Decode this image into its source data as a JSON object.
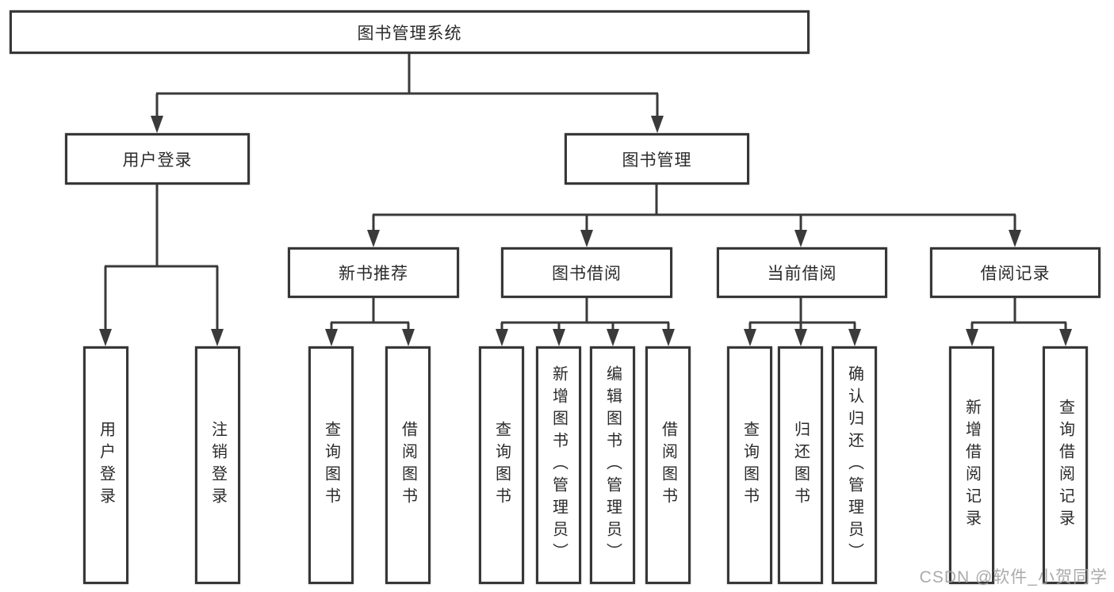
{
  "diagram": {
    "root": {
      "label": "图书管理系统"
    },
    "level2": [
      {
        "label": "用户登录"
      },
      {
        "label": "图书管理"
      }
    ],
    "level3": [
      {
        "label": "新书推荐"
      },
      {
        "label": "图书借阅"
      },
      {
        "label": "当前借阅"
      },
      {
        "label": "借阅记录"
      }
    ],
    "leaves": [
      {
        "label": "用户登录"
      },
      {
        "label": "注销登录"
      },
      {
        "label": "查询图书"
      },
      {
        "label": "借阅图书"
      },
      {
        "label": "查询图书"
      },
      {
        "label": "新增图书（管理员）"
      },
      {
        "label": "编辑图书（管理员）"
      },
      {
        "label": "借阅图书"
      },
      {
        "label": "查询图书"
      },
      {
        "label": "归还图书"
      },
      {
        "label": "确认归还（管理员）"
      },
      {
        "label": "新增借阅记录"
      },
      {
        "label": "查询借阅记录"
      }
    ],
    "colors": {
      "line": "#3a3a3a",
      "box_border": "#373737",
      "text": "#2b2b2b",
      "watermark": "#9e9e9e",
      "background": "#ffffff"
    }
  },
  "watermark": {
    "text": "CSDN @软件_小贺同学"
  }
}
